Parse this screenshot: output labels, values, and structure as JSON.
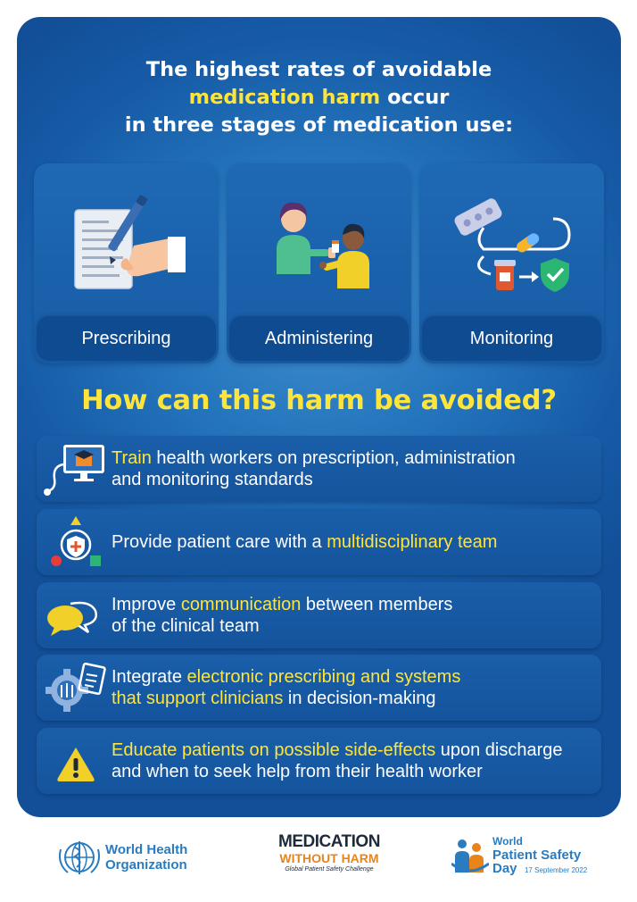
{
  "headline": {
    "line1": "The highest rates of avoidable",
    "line2_highlight": "medication harm",
    "line2_rest": " occur",
    "line3": "in three stages of medication use:"
  },
  "stages": [
    {
      "label": "Prescribing",
      "icon": "prescription-writing-icon"
    },
    {
      "label": "Administering",
      "icon": "nurse-giving-medicine-icon"
    },
    {
      "label": "Monitoring",
      "icon": "medication-monitoring-flow-icon"
    }
  ],
  "question": "How can this harm be avoided?",
  "tips": [
    {
      "icon": "training-monitor-stethoscope-icon",
      "l1a_y": "Train",
      "l1b": " health workers on prescription, administration",
      "l2a": "and monitoring standards",
      "l2b_y": "",
      "l2c": ""
    },
    {
      "icon": "multidisciplinary-team-icon",
      "l1a": "Provide patient care with a ",
      "l1b_y": "multidisciplinary team"
    },
    {
      "icon": "speech-bubbles-icon",
      "l1a": "Improve ",
      "l1b_y": "communication",
      "l1c": " between members",
      "l2": "of the clinical team"
    },
    {
      "icon": "electronic-prescribing-gear-icon",
      "l1a": "Integrate ",
      "l1b_y": "electronic prescribing and systems",
      "l2a_y": "that support clinicians",
      "l2b": " in decision-making"
    },
    {
      "icon": "warning-triangle-icon",
      "l1a_y": "Educate patients on possible side-effects",
      "l1b": " upon discharge",
      "l2": "and when to seek help from their health worker"
    }
  ],
  "footer": {
    "who_line1": "World Health",
    "who_line2": "Organization",
    "mwh_line1": "MEDICATION",
    "mwh_line2": "WITHOUT HARM",
    "mwh_line3": "Global Patient Safety Challenge",
    "wpsd_line1": "World",
    "wpsd_line2": "Patient Safety",
    "wpsd_line3": "Day",
    "wpsd_date": "17 September 2022"
  },
  "colors": {
    "panel_blue": "#1c64ae",
    "highlight_yellow": "#ffe53b",
    "label_dark_blue": "#0f4b91",
    "who_blue": "#2a7bbf",
    "mwh_orange": "#e8841a"
  }
}
